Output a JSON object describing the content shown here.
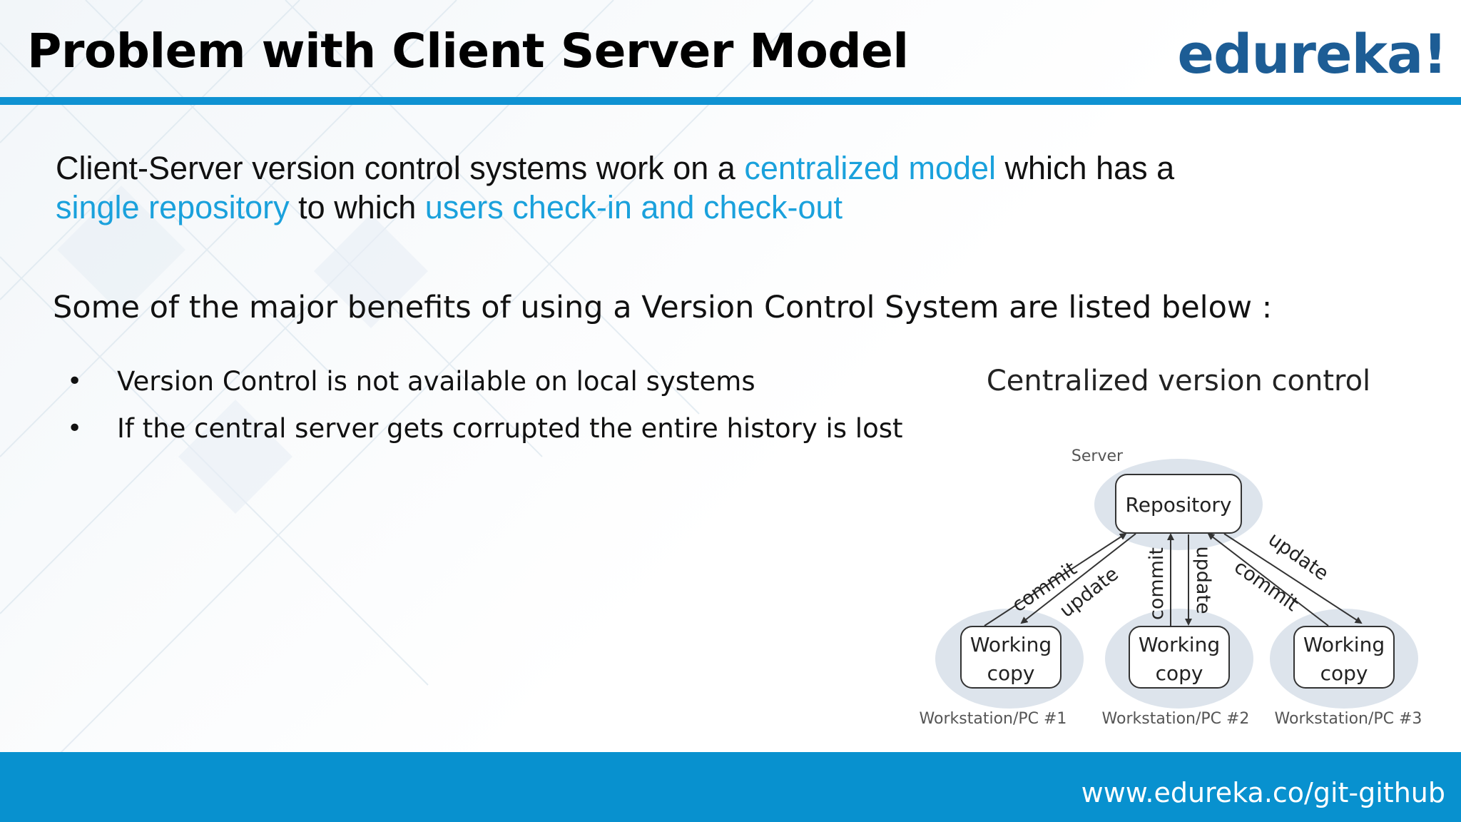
{
  "title": "Problem with Client Server Model",
  "logo": "edureka!",
  "intro": {
    "part1": "Client-Server version control systems work on a ",
    "hl1": "centralized model",
    "part2": " which has a",
    "hl2": "single repository",
    "part3": " to which ",
    "hl3": "users check-in and check-out"
  },
  "benefits_heading": "Some of the major benefits of using a Version Control System are listed below :",
  "bullets": [
    "Version Control is not available on local systems",
    "If the central server gets corrupted the entire history is lost"
  ],
  "diagram": {
    "title": "Centralized version control",
    "server_label": "Server",
    "repository": "Repository",
    "working_copy_line1": "Working",
    "working_copy_line2": "copy",
    "workstations": [
      "Workstation/PC #1",
      "Workstation/PC #2",
      "Workstation/PC #3"
    ],
    "edges": {
      "commit": "commit",
      "update": "update"
    }
  },
  "footer_url": "www.edureka.co/git-github",
  "colors": {
    "accent": "#0f92d2",
    "highlight": "#1aa1dc",
    "logo": "#1d5d95",
    "footer": "#0891cf"
  }
}
